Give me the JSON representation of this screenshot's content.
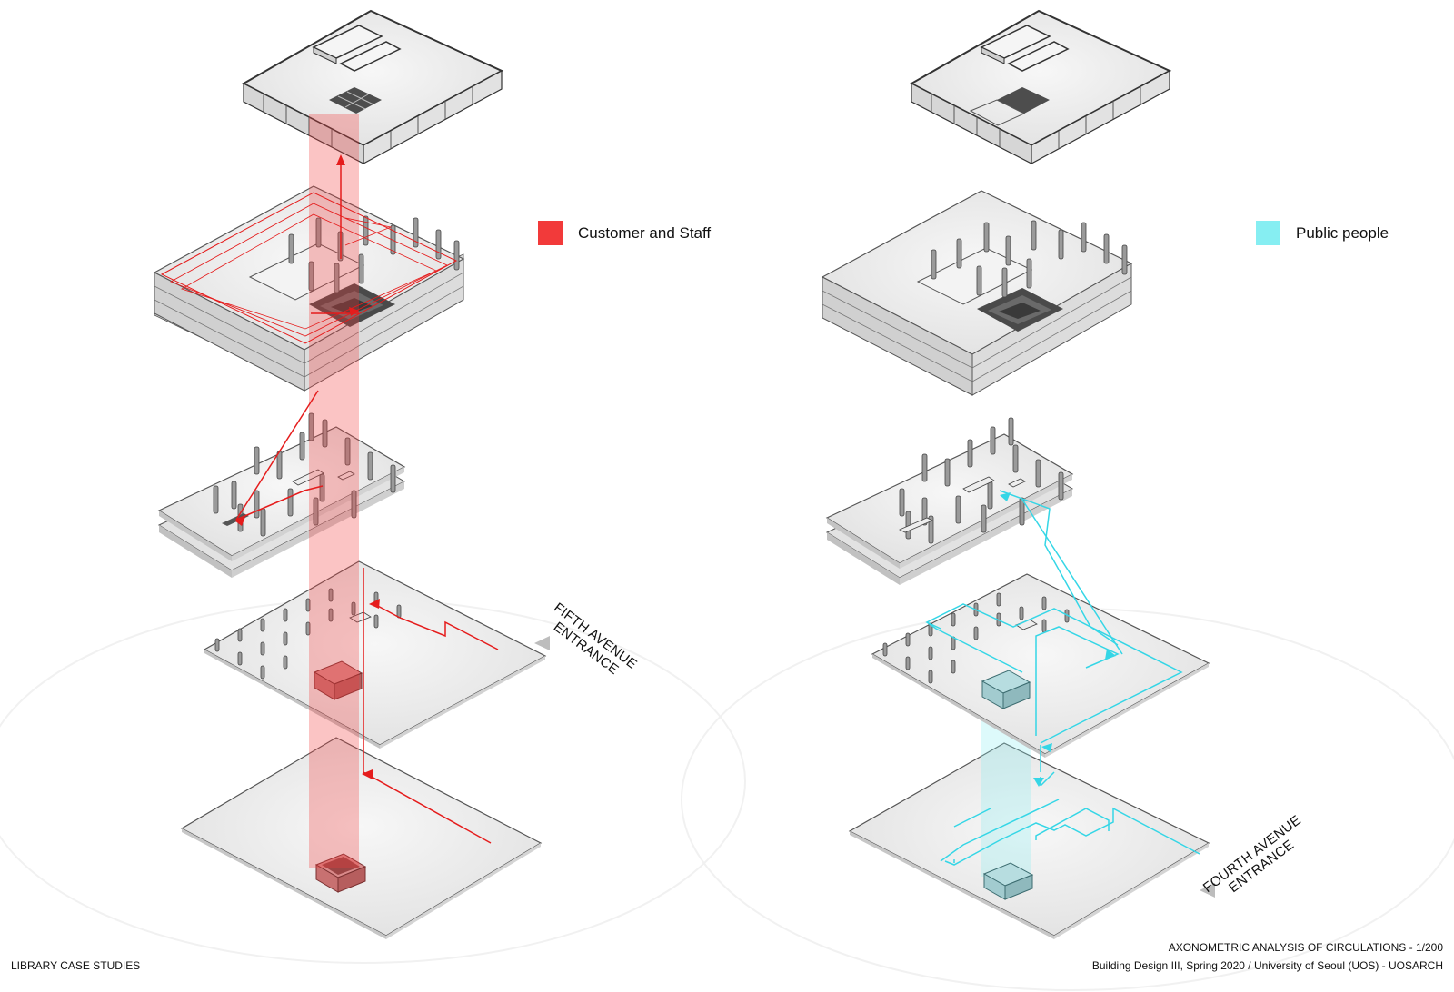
{
  "legend": {
    "left": {
      "label": "Customer and Staff",
      "color": "#f23a3a"
    },
    "right": {
      "label": "Public people",
      "color": "#86eef2"
    }
  },
  "entrances": {
    "left": {
      "line1": "FIFTH AVENUE",
      "line2": "ENTRANCE"
    },
    "right": {
      "line1": "FOURTH AVENUE",
      "line2": "ENTRANCE"
    }
  },
  "footer": {
    "left": "LIBRARY CASE STUDIES",
    "right_title": "AXONOMETRIC ANALYSIS OF CIRCULATIONS - 1/200",
    "right_credit": "Building Design III, Spring 2020 / University of Seoul (UOS) - UOSARCH"
  },
  "colors": {
    "slab": "#ececec",
    "slab_side": "#c9c9c9",
    "outline": "#3b3b3b",
    "red": "#e51c1c",
    "cyan": "#35d6e6"
  },
  "icons": [
    "entrance-arrow-icon"
  ]
}
